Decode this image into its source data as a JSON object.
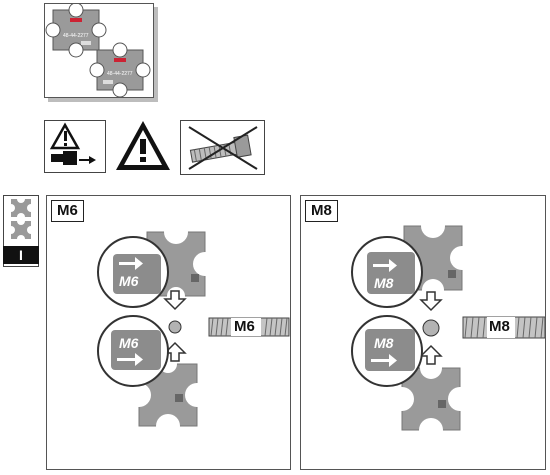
{
  "overview": {
    "die_top_code": "48-44-2277",
    "die_bottom_code": "48-44-2277"
  },
  "warnings": {
    "icons": [
      "slippery-lubricant-icon",
      "caution-icon",
      "no-threaded-rod-icon"
    ]
  },
  "step": {
    "numeral": "I",
    "icons": [
      "die-pair-icon",
      "die-pair-icon"
    ]
  },
  "panels": [
    {
      "title": "M6",
      "die_label_top": "M6",
      "die_label_bottom": "M6",
      "rod_label": "M6"
    },
    {
      "title": "M8",
      "die_label_top": "M8",
      "die_label_bottom": "M8",
      "rod_label": "M8"
    }
  ],
  "colors": {
    "die_gray": "#9a9a9a",
    "lens_gray": "#8c8c8c",
    "rod_gray": "#bcbcbc",
    "numeral_bg": "#111111"
  }
}
